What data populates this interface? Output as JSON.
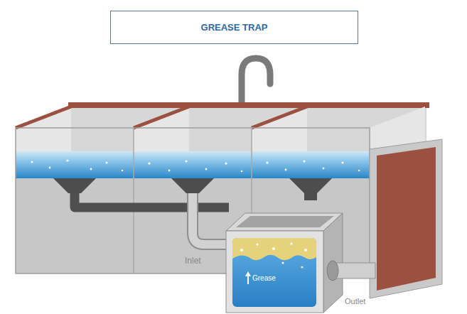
{
  "diagram": {
    "title": "GREASE TRAP",
    "labels": [
      "Inlet",
      "Grease",
      "Outlet"
    ]
  }
}
